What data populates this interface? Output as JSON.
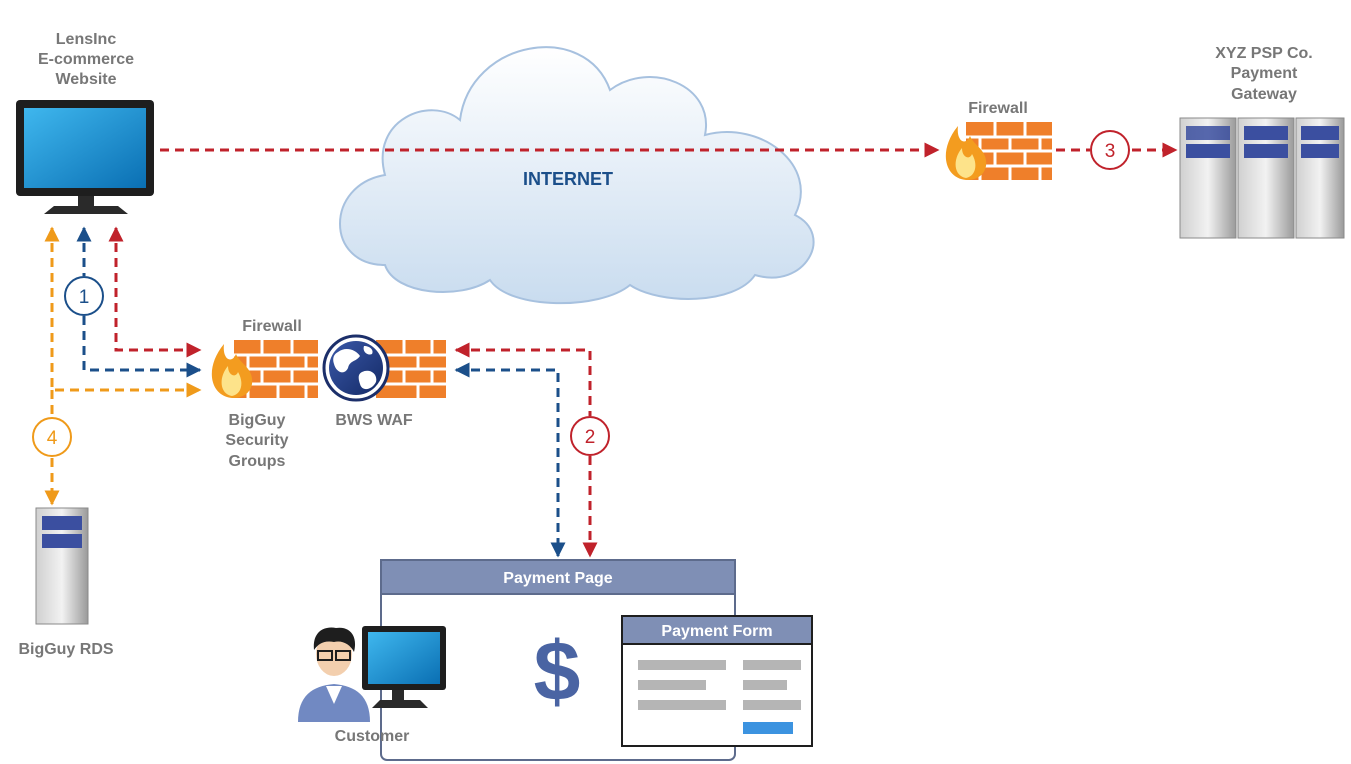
{
  "labels": {
    "website": [
      "LensInc",
      "E-commerce",
      "Website"
    ],
    "gateway": [
      "XYZ PSP Co.",
      "Payment",
      "Gateway"
    ],
    "internet": "INTERNET",
    "firewall_top": "Firewall",
    "firewall_bottom": "Firewall",
    "security_groups": [
      "BigGuy",
      "Security",
      "Groups"
    ],
    "waf": "BWS WAF",
    "rds": "BigGuy RDS",
    "customer": "Customer",
    "payment_page": "Payment Page",
    "payment_form": "Payment Form",
    "currency_symbol": "$"
  },
  "steps": [
    {
      "number": "1",
      "color": "#1b4f8a"
    },
    {
      "number": "2",
      "color": "#c0222b"
    },
    {
      "number": "3",
      "color": "#c0222b"
    },
    {
      "number": "4",
      "color": "#ef9a1a"
    }
  ],
  "colors": {
    "red_flow": "#c0222b",
    "blue_flow": "#1b4f8a",
    "orange_flow": "#ef9a1a",
    "label_gray": "#777777",
    "internet_text": "#1b4f8a",
    "box_header": "#7f8fb5",
    "brick": "#ef7f2a"
  }
}
